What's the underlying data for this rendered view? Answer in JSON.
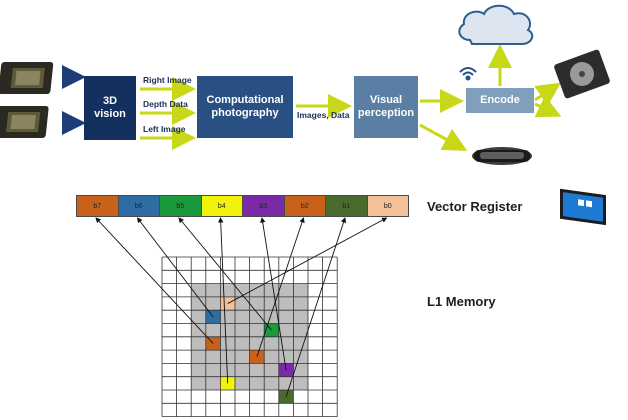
{
  "pipeline": {
    "block_3d_vision": "3D vision",
    "label_right_image": "Right Image",
    "label_depth_data": "Depth Data",
    "label_left_image": "Left Image",
    "block_computational": "Computational photography",
    "label_images_data": "Images, Data",
    "block_visual_perception": "Visual perception",
    "block_encode": "Encode"
  },
  "vector_register": {
    "title": "Vector Register",
    "cells": [
      {
        "label": "b7",
        "color": "#c8621a"
      },
      {
        "label": "b6",
        "color": "#2e6da4"
      },
      {
        "label": "b5",
        "color": "#1a9a3c"
      },
      {
        "label": "b4",
        "color": "#f2f20c"
      },
      {
        "label": "b3",
        "color": "#7a2aa8"
      },
      {
        "label": "b2",
        "color": "#c8621a"
      },
      {
        "label": "b1",
        "color": "#4b6a2e"
      },
      {
        "label": "b0",
        "color": "#f3c09a"
      }
    ]
  },
  "l1_memory": {
    "title": "L1 Memory"
  },
  "colors": {
    "block_dark": "#14305f",
    "block_mid": "#2a5083",
    "block_light": "#5a7ea4",
    "block_encode": "#7f9fbd",
    "arrow_yellow": "#c8d816",
    "arrow_blue": "#1e3c78"
  },
  "icons": [
    "camera-sensor-icon",
    "cloud-icon",
    "wifi-icon",
    "hard-drive-icon",
    "tablet-icon",
    "vr-headset-icon"
  ]
}
